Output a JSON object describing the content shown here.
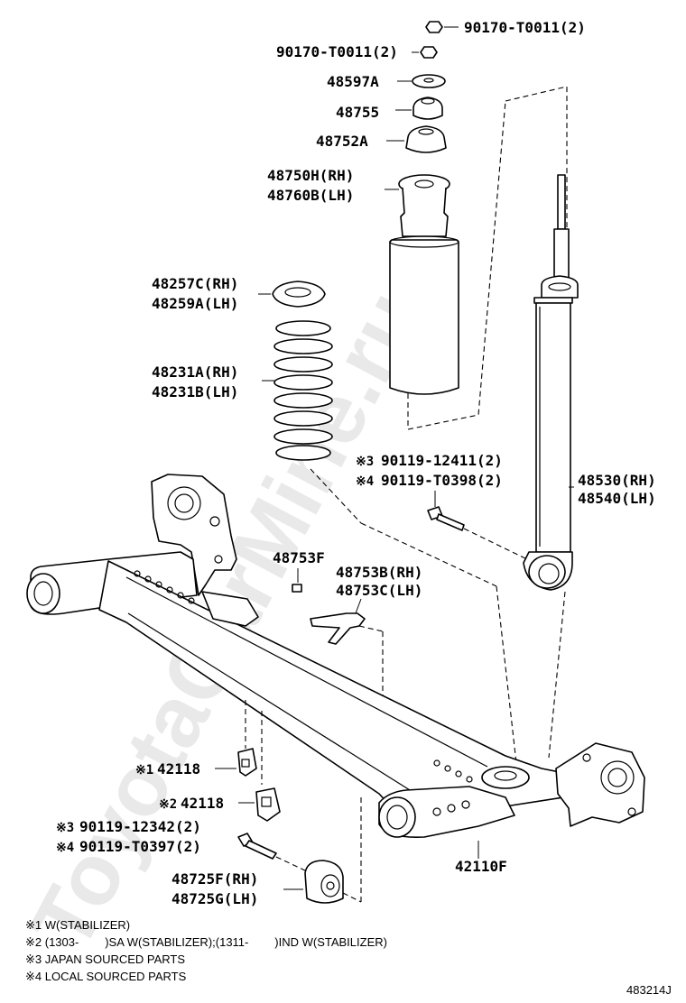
{
  "watermark": "ToyotaCarMine.ru",
  "figure_id": "483214J",
  "labels": {
    "nut_top": "90170-T0011(2)",
    "nut_second": "90170-T0011(2)",
    "washer": "48597A",
    "bushing_upper": "48755",
    "bushing_lower": "48752A",
    "bumper_rh": "48750H(RH)",
    "bumper_lh": "48760B(LH)",
    "spring_seat_rh": "48257C(RH)",
    "spring_seat_lh": "48259A(LH)",
    "coil_spring_rh": "48231A(RH)",
    "coil_spring_lh": "48231B(LH)",
    "bolt_upper_m3_mark": "※3",
    "bolt_upper_m3": "90119-12411(2)",
    "bolt_upper_m4_mark": "※4",
    "bolt_upper_m4": "90119-T0398(2)",
    "shock_rh": "48530(RH)",
    "shock_lh": "48540(LH)",
    "clip_screw": "48753F",
    "bracket_rh": "48753B(RH)",
    "bracket_lh": "48753C(LH)",
    "stab1_mark": "※1",
    "stab1": "42118",
    "stab2_mark": "※2",
    "stab2": "42118",
    "bolt_lower_m3_mark": "※3",
    "bolt_lower_m3": "90119-12342(2)",
    "bolt_lower_m4_mark": "※4",
    "bolt_lower_m4": "90119-T0397(2)",
    "axle_bushing_rh": "48725F(RH)",
    "axle_bushing_lh": "48725G(LH)",
    "axle_beam": "42110F"
  },
  "notes": [
    "※1 W(STABILIZER)",
    "※2 (1303-        )SA W(STABILIZER);(1311-        )IND W(STABILIZER)",
    "※3 JAPAN SOURCED PARTS",
    "※4 LOCAL SOURCED PARTS"
  ],
  "icons": [
    "nut-icon",
    "washer-icon",
    "bushing-icon",
    "bump-stop-icon",
    "spring-seat-icon",
    "coil-spring-icon",
    "shock-absorber-icon",
    "bolt-icon",
    "clip-icon",
    "bracket-icon",
    "stabilizer-icon",
    "axle-beam-icon",
    "axle-bushing-icon"
  ]
}
